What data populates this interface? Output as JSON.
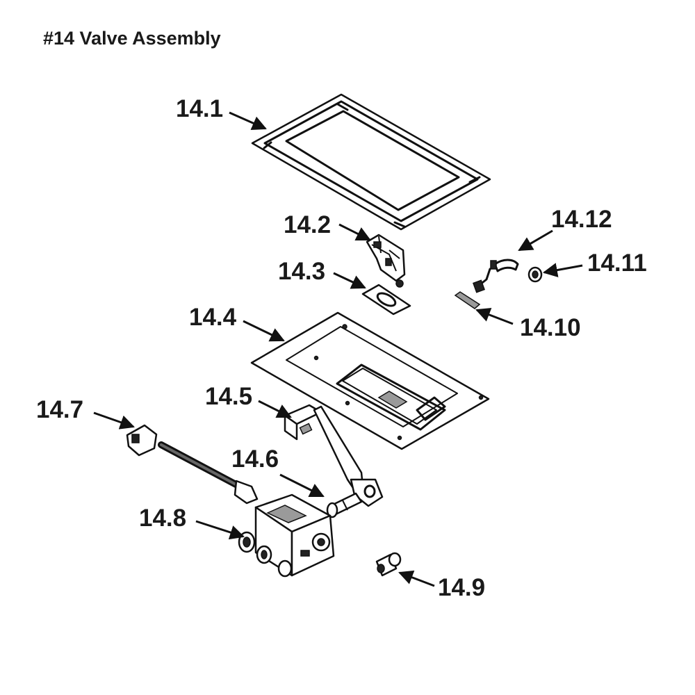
{
  "title": "#14 Valve Assembly",
  "callouts": {
    "c14_1": "14.1",
    "c14_2": "14.2",
    "c14_3": "14.3",
    "c14_4": "14.4",
    "c14_5": "14.5",
    "c14_6": "14.6",
    "c14_7": "14.7",
    "c14_8": "14.8",
    "c14_9": "14.9",
    "c14_10": "14.10",
    "c14_11": "14.11",
    "c14_12": "14.12"
  }
}
